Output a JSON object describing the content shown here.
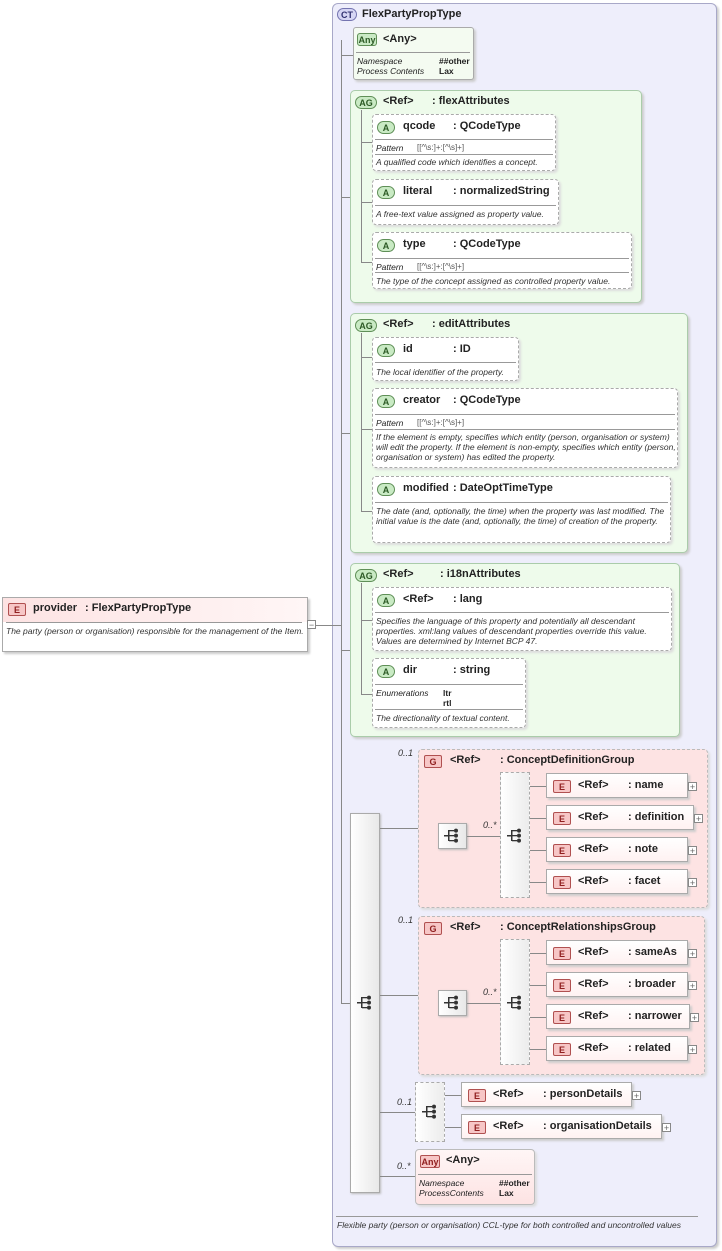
{
  "complex_type": {
    "badge": "CT",
    "name": "FlexPartyPropType",
    "description": "Flexible party (person or organisation) CCL-type for both controlled and uncontrolled values"
  },
  "any_attr": {
    "badge": "Any",
    "label": "<Any>",
    "ns_label": "Namespace",
    "ns_value": "##other",
    "pc_label": "Process Contents",
    "pc_value": "Lax"
  },
  "flex_attributes": {
    "badge": "AG",
    "ref": "<Ref>",
    "name": ": flexAttributes",
    "attrs": [
      {
        "badge": "A",
        "name": "qcode",
        "type": ": QCodeType",
        "pattern_label": "Pattern",
        "pattern": "[[^\\s:]+:[^\\s]+]",
        "desc": "A qualified code which identifies a concept."
      },
      {
        "badge": "A",
        "name": "literal",
        "type": ": normalizedString",
        "desc": "A free-text value assigned as property value."
      },
      {
        "badge": "A",
        "name": "type",
        "type": ": QCodeType",
        "pattern_label": "Pattern",
        "pattern": "[[^\\s:]+:[^\\s]+]",
        "desc": "The type of the concept assigned as controlled property value."
      }
    ]
  },
  "edit_attributes": {
    "badge": "AG",
    "ref": "<Ref>",
    "name": ": editAttributes",
    "attrs": [
      {
        "badge": "A",
        "name": "id",
        "type": ": ID",
        "desc": "The local identifier of the property."
      },
      {
        "badge": "A",
        "name": "creator",
        "type": ": QCodeType",
        "pattern_label": "Pattern",
        "pattern": "[[^\\s:]+:[^\\s]+]",
        "desc": "If the element is empty, specifies which entity (person, organisation or system) will edit the property. If the element is non-empty, specifies which entity (person, organisation or system) has edited the property."
      },
      {
        "badge": "A",
        "name": "modified",
        "type": ": DateOptTimeType",
        "desc": "The date (and, optionally, the time) when the property was last modified. The initial value is the date (and, optionally, the time) of creation of the property."
      }
    ]
  },
  "i18n_attributes": {
    "badge": "AG",
    "ref": "<Ref>",
    "name": ": i18nAttributes",
    "lang": {
      "badge": "A",
      "ref": "<Ref>",
      "type": ": lang",
      "desc": "Specifies the language of this property and potentially all descendant properties. xml:lang values of descendant properties override this value. Values are determined by Internet BCP 47."
    },
    "dir": {
      "badge": "A",
      "name": "dir",
      "type": ": string",
      "enum_label": "Enumerations",
      "enum": [
        "ltr",
        "rtl"
      ],
      "desc": "The directionality of textual content."
    }
  },
  "provider": {
    "badge": "E",
    "name": "provider",
    "type": ": FlexPartyPropType",
    "desc": "The party (person or organisation) responsible for the management of the Item.",
    "collapse": "−"
  },
  "concept_definition_group": {
    "card": "0..1",
    "badge": "G",
    "ref": "<Ref>",
    "name": ": ConceptDefinitionGroup",
    "inner_card": "0..*",
    "elements": [
      {
        "badge": "E",
        "ref": "<Ref>",
        "name": ": name"
      },
      {
        "badge": "E",
        "ref": "<Ref>",
        "name": ": definition"
      },
      {
        "badge": "E",
        "ref": "<Ref>",
        "name": ": note"
      },
      {
        "badge": "E",
        "ref": "<Ref>",
        "name": ": facet"
      }
    ]
  },
  "concept_relationships_group": {
    "card": "0..1",
    "badge": "G",
    "ref": "<Ref>",
    "name": ": ConceptRelationshipsGroup",
    "inner_card": "0..*",
    "elements": [
      {
        "badge": "E",
        "ref": "<Ref>",
        "name": ": sameAs"
      },
      {
        "badge": "E",
        "ref": "<Ref>",
        "name": ": broader"
      },
      {
        "badge": "E",
        "ref": "<Ref>",
        "name": ": narrower"
      },
      {
        "badge": "E",
        "ref": "<Ref>",
        "name": ": related"
      }
    ]
  },
  "choice": {
    "card": "0..1",
    "elements": [
      {
        "badge": "E",
        "ref": "<Ref>",
        "name": ": personDetails"
      },
      {
        "badge": "E",
        "ref": "<Ref>",
        "name": ": organisationDetails"
      }
    ]
  },
  "any_element": {
    "card": "0..*",
    "badge": "Any",
    "label": "<Any>",
    "ns_label": "Namespace",
    "ns_value": "##other",
    "pc_label": "ProcessContents",
    "pc_value": "Lax"
  },
  "expand_symbol": "+",
  "colors": {
    "complex_type_bg": "#eeeefb",
    "attribute_group_bg": "#eefbeb",
    "group_bg": "#fde3e3",
    "element_bg": "#fff2f2"
  }
}
